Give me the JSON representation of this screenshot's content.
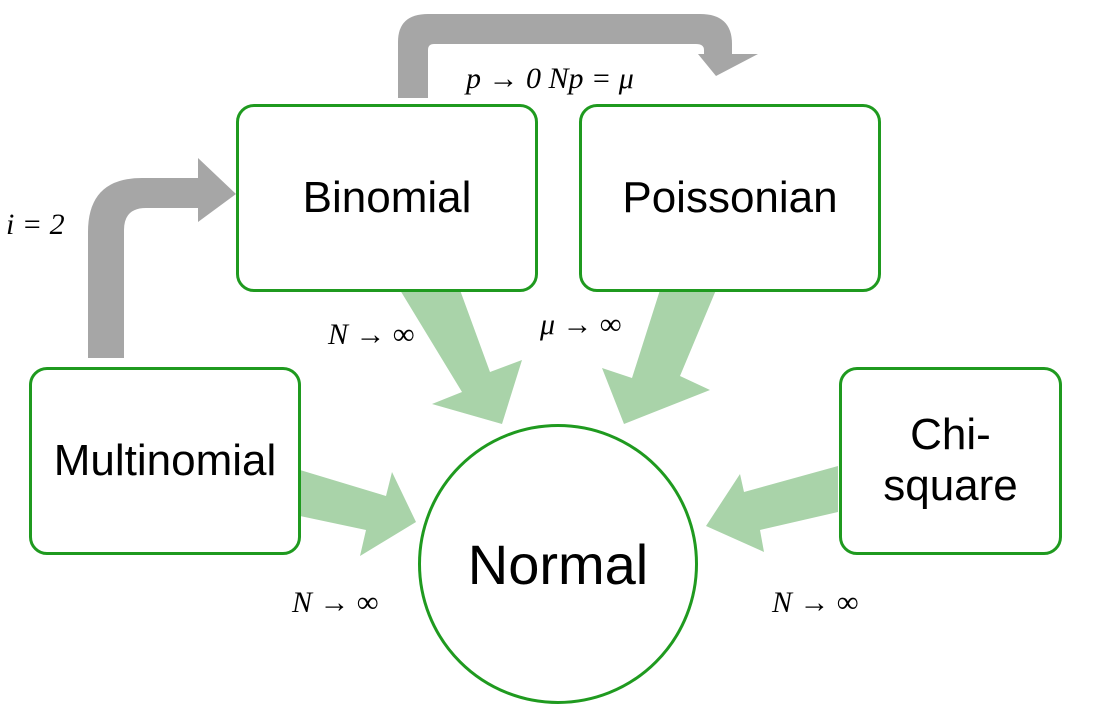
{
  "nodes": {
    "binomial": "Binomial",
    "poissonian": "Poissonian",
    "multinomial": "Multinomial",
    "chi_square_line1": "Chi-",
    "chi_square_line2": "square",
    "normal": "Normal"
  },
  "edge_labels": {
    "binomial_to_poissonian": "p → 0 Np = μ",
    "multinomial_to_binomial": "i = 2",
    "binomial_to_normal": "N → ∞",
    "poissonian_to_normal": "μ → ∞",
    "multinomial_to_normal": "N → ∞",
    "chisquare_to_normal": "N → ∞"
  },
  "colors": {
    "box_border": "#1f9a1f",
    "limit_arrow": "#a9d3a9",
    "special_case_arrow": "#a6a6a6"
  }
}
